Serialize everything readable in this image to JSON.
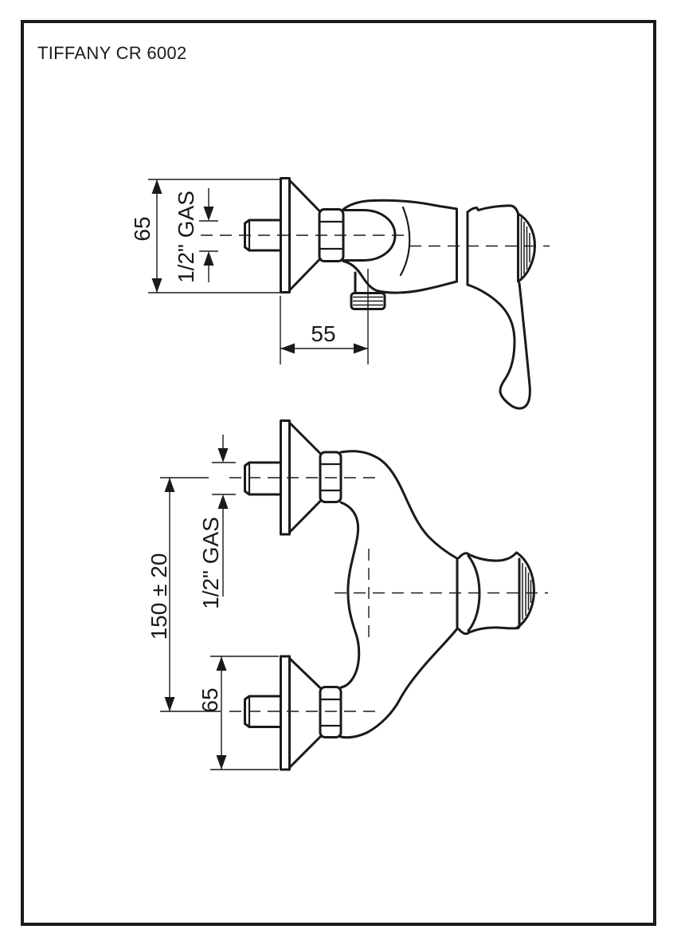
{
  "title": "TIFFANY CR 6002",
  "side_view": {
    "dim_height": "65",
    "dim_thread": "1/2\" GAS",
    "dim_depth": "55"
  },
  "front_view": {
    "dim_spacing": "150 ± 20",
    "dim_thread": "1/2\" GAS",
    "dim_plate_height": "65"
  },
  "colors": {
    "line": "#1a1a1a",
    "background": "#ffffff"
  }
}
